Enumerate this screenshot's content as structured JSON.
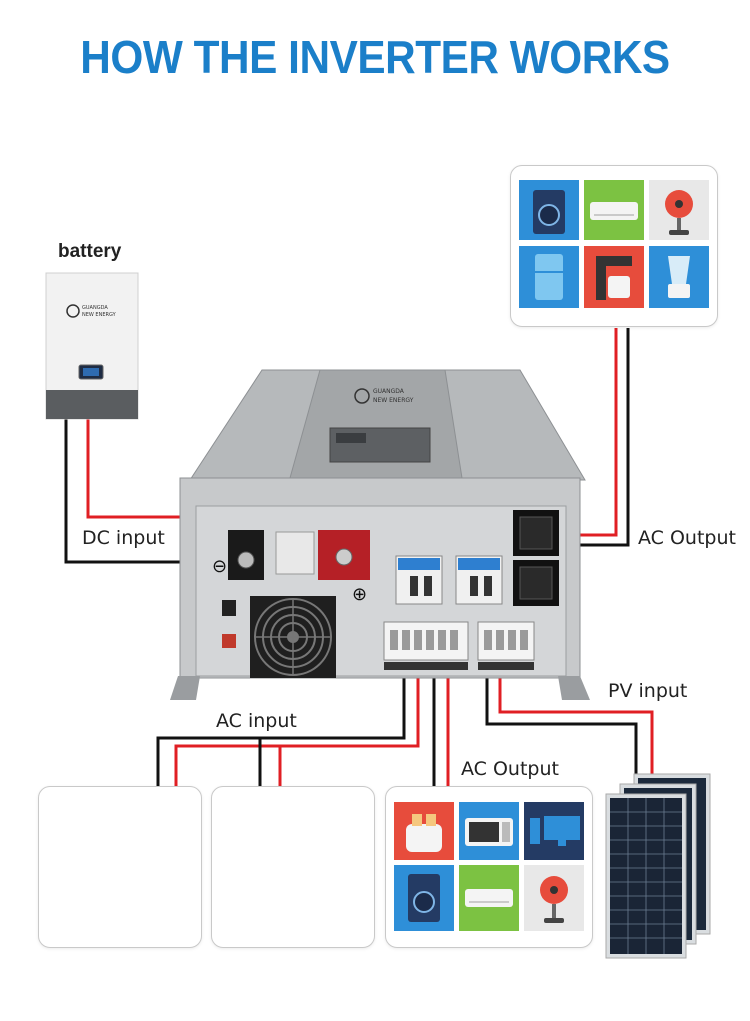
{
  "title": "HOW THE INVERTER WORKS",
  "labels": {
    "battery": "battery",
    "dc_input": "DC input",
    "ac_output_right": "AC Output",
    "pv_input": "PV input",
    "ac_input": "AC input",
    "ac_output_bottom": "AC Output"
  },
  "brand": {
    "name_line1": "GUANGDA",
    "name_line2": "NEW ENERGY"
  },
  "colors": {
    "title": "#1b7fc9",
    "wire_red": "#e01f24",
    "wire_black": "#111111",
    "inverter_body": "#a9acae",
    "fan_red": "#e74c3c",
    "tile_blue": "#2e8fd8",
    "tile_green": "#7cc242",
    "tile_navy": "#243b64"
  },
  "appliance_tiles_top": [
    {
      "icon": "washing-machine-icon",
      "bg": "#2e8fd8"
    },
    {
      "icon": "air-conditioner-icon",
      "bg": "#7cc242"
    },
    {
      "icon": "fan-icon",
      "bg": "#e8e8e8"
    },
    {
      "icon": "fridge-icon",
      "bg": "#2e8fd8"
    },
    {
      "icon": "coffee-maker-icon",
      "bg": "#e74c3c"
    },
    {
      "icon": "blender-icon",
      "bg": "#2e8fd8"
    }
  ],
  "appliance_tiles_bottom": [
    {
      "icon": "toaster-icon",
      "bg": "#e74c3c"
    },
    {
      "icon": "microwave-icon",
      "bg": "#2e8fd8"
    },
    {
      "icon": "computer-icon",
      "bg": "#243b64"
    },
    {
      "icon": "washing-machine-icon",
      "bg": "#2e8fd8"
    },
    {
      "icon": "air-conditioner-icon",
      "bg": "#7cc242"
    },
    {
      "icon": "fan-icon",
      "bg": "#e8e8e8"
    }
  ]
}
